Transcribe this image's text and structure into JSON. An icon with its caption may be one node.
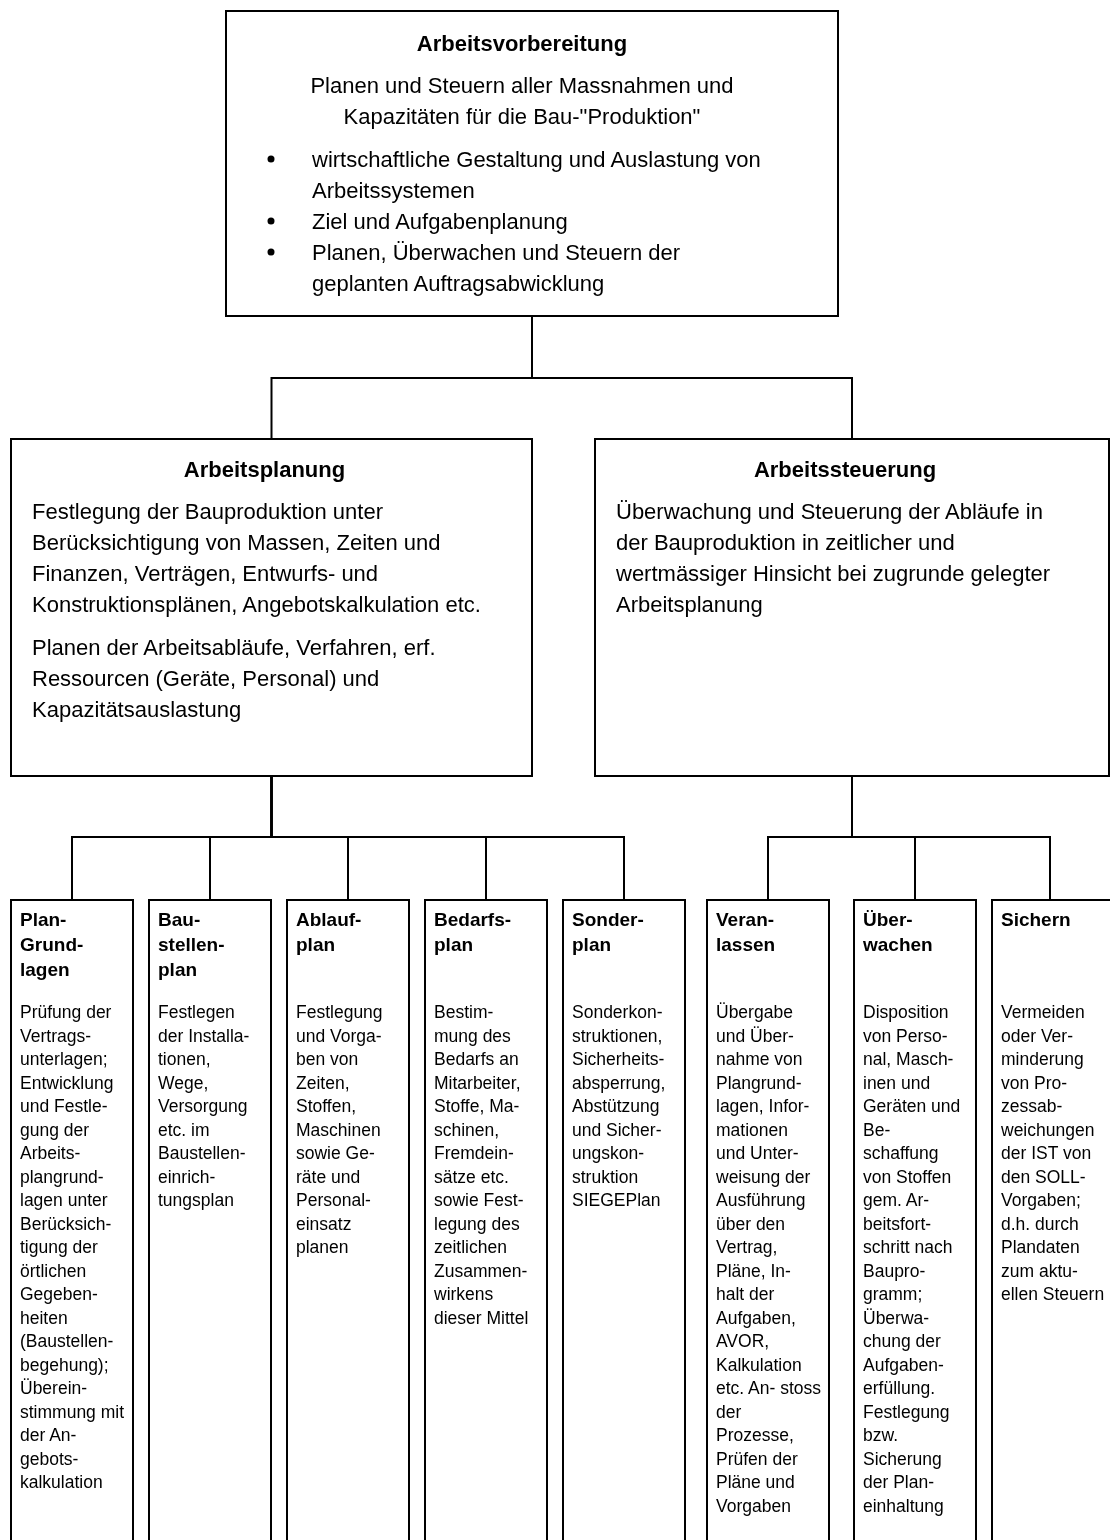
{
  "diagram": {
    "nodes": [
      {
        "text": [
          "Arbeitsvorbereitung",
          "Planen und Steuern aller Massnahmen und Kapazitäten für die Bau-\"Produktion\"",
          "wirtschaftliche Gestaltung und Auslastung von Arbeitssystemen",
          "Ziel und Aufgabenplanung",
          "Planen, Überwachen und Steuern der geplanten Auftragsabwicklung"
        ]
      },
      {
        "text": [
          "Arbeitsplanung",
          "Festlegung der Bauproduktion unter Berücksichtigung von Massen, Zeiten und Finanzen, Verträgen, Entwurfs- und Konstruktionsplänen, Angebotskalkulation etc.",
          "Planen der Arbeitsabläufe, Verfahren, erf. Ressourcen (Geräte, Personal) und Kapazitätsauslastung"
        ]
      },
      {
        "text": [
          "Arbeitssteuerung",
          "Überwachung und Steuerung der Abläufe in der Bauproduktion in zeitlicher und wertmässiger Hinsicht bei zugrunde gelegter Arbeitsplanung"
        ]
      },
      {
        "text": [
          "Plan- Grund- lagen",
          "Prüfung der Vertrags- unterlagen; Entwicklung und Festle- gung der Arbeits- plangrund- lagen unter Berücksich- tigung der örtlichen Gegeben- heiten (Baustellen- begehung); Überein- stimmung mit der An- gebots- kalkulation"
        ]
      },
      {
        "text": [
          "Bau- stellen- plan",
          "Festlegen der Installa- tionen, Wege, Versorgung etc. im Baustellen- einrich- tungsplan"
        ]
      },
      {
        "text": [
          "Ablauf- plan",
          "Festlegung und Vorga- ben von Zeiten, Stoffen, Maschinen sowie Ge- räte und Personal- einsatz planen"
        ]
      },
      {
        "text": [
          "Bedarfs- plan",
          "Bestim- mung des Bedarfs an Mitarbeiter, Stoffe, Ma- schinen, Fremdein- sätze etc. sowie Fest- legung des zeitlichen Zusammen- wirkens dieser Mittel"
        ]
      },
      {
        "text": [
          "Sonder- plan",
          "Sonderkon- struktionen, Sicherheits- absperrung, Abstützung und Sicher- ungskon- struktion SIEGEPlan"
        ]
      },
      {
        "text": [
          "Veran- lassen",
          "Übergabe und Über- nahme von Plangrund- lagen, Infor- mationen und Unter- weisung der Ausführung über den Vertrag, Pläne, In- halt der Aufgaben, AVOR, Kalkulation etc. An- stoss der Prozesse, Prüfen der Pläne und Vorgaben"
        ]
      },
      {
        "text": [
          "Über- wachen",
          "Disposition von Perso- nal, Masch- inen und Geräten und Be- schaffung von Stoffen gem. Ar- beitsfort- schritt nach Baupro- gramm; Überwa- chung der Aufgaben- erfüllung. Festlegung bzw. Sicherung der Plan- einhaltung"
        ]
      },
      {
        "text": [
          "Sichern",
          "Vermeiden oder Ver- minderung von Pro- zessab- weichungen der IST von den SOLL- Vorgaben; d.h. durch Plandaten zum aktu- ellen Steuern"
        ]
      }
    ],
    "edges": [
      {
        "from": 0,
        "to": 1,
        "arrow": "none"
      },
      {
        "from": 0,
        "to": 2,
        "arrow": "none"
      },
      {
        "from": 1,
        "to": 3,
        "arrow": "none"
      },
      {
        "from": 1,
        "to": 4,
        "arrow": "none"
      },
      {
        "from": 1,
        "to": 5,
        "arrow": "none"
      },
      {
        "from": 1,
        "to": 6,
        "arrow": "none"
      },
      {
        "from": 1,
        "to": 7,
        "arrow": "none"
      },
      {
        "from": 2,
        "to": 8,
        "arrow": "none"
      },
      {
        "from": 2,
        "to": 9,
        "arrow": "none"
      },
      {
        "from": 2,
        "to": 10,
        "arrow": "none"
      }
    ]
  }
}
